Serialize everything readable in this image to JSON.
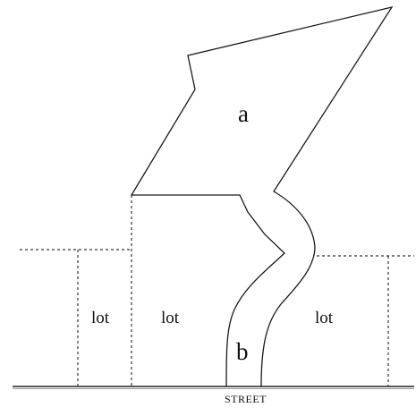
{
  "labels": {
    "parcel_a": "a",
    "parcel_b": "b",
    "lot_1": "lot",
    "lot_2": "lot",
    "lot_3": "lot",
    "street": "STREET"
  }
}
